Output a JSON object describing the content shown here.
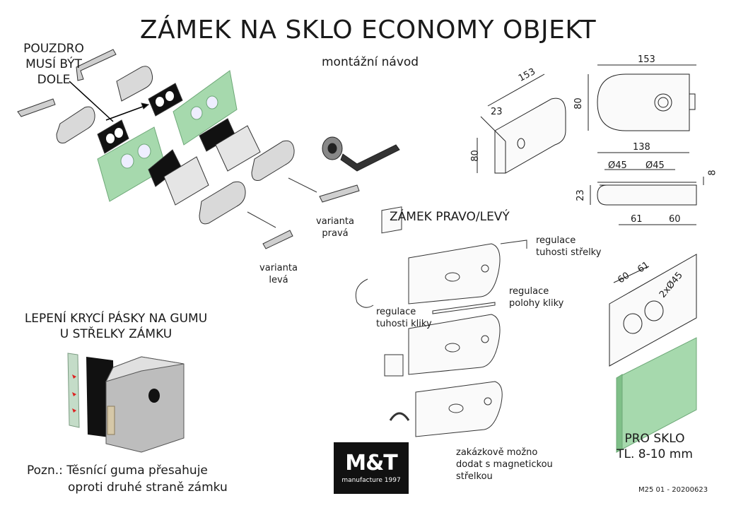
{
  "title": "ZÁMEK NA SKLO ECONOMY OBJEKT",
  "subtitle": "montážní návod",
  "labels": {
    "pouzdro": [
      "POUZDRO",
      "MUSÍ BÝT",
      "DOLE"
    ],
    "varianta_prava": [
      "varianta",
      "pravá"
    ],
    "varianta_leva": [
      "varianta",
      "levá"
    ],
    "zamek_pravo_levy": "ZÁMEK PRAVO/LEVÝ",
    "regulace_strelky_top": [
      "regulace",
      "tuhosti střelky"
    ],
    "regulace_polohy": [
      "regulace",
      "polohy kliky"
    ],
    "regulace_kliky": [
      "regulace",
      "tuhosti kliky"
    ],
    "lepeni": [
      "LEPENÍ KRYCÍ PÁSKY NA GUMU",
      "U STŘELKY ZÁMKU"
    ],
    "pozn": [
      "Pozn.: Těsnící guma přesahuje",
      "oproti druhé straně zámku"
    ],
    "zakazkove": [
      "zakázkově možno",
      "dodat s magnetickou",
      "střelkou"
    ],
    "pro_sklo": [
      "PRO SKLO",
      "TL. 8-10 mm"
    ],
    "doc_code": "M25 01 - 20200623"
  },
  "dimensions": {
    "iso_length": "153",
    "iso_height": "80",
    "iso_depth": "23",
    "front_width": "153",
    "front_height": "80",
    "bottom_width": "138",
    "dia_left": "Ø45",
    "dia_right": "Ø45",
    "thickness": "8",
    "bottom_height": "23",
    "dist_left": "61",
    "dist_right": "60",
    "glass_60": "60",
    "glass_61": "61",
    "glass_holes": "2xØ45"
  },
  "logo": {
    "brand": "M&T",
    "tagline": "manufacture 1997"
  },
  "colors": {
    "glass": "#9fd3a6",
    "glass_edge": "#6fae78",
    "gasket": "#111111"
  }
}
